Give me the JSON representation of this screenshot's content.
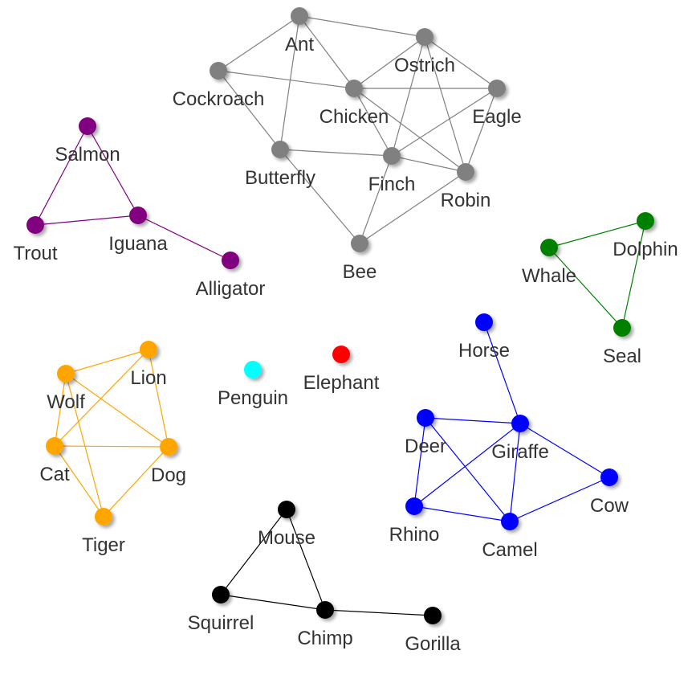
{
  "groups": [
    {
      "id": "insects_birds",
      "color": "#808080"
    },
    {
      "id": "fish_reptiles",
      "color": "#800080"
    },
    {
      "id": "marine_mammals",
      "color": "#008000"
    },
    {
      "id": "ungulates",
      "color": "#0000ff"
    },
    {
      "id": "carnivores",
      "color": "#ffa500"
    },
    {
      "id": "primates_rodents",
      "color": "#000000"
    },
    {
      "id": "penguin_group",
      "color": "#00ffff"
    },
    {
      "id": "elephant_group",
      "color": "#ff0000"
    }
  ],
  "nodes": [
    {
      "id": "ant",
      "label": "Ant",
      "group": "insects_birds"
    },
    {
      "id": "ostrich",
      "label": "Ostrich",
      "group": "insects_birds"
    },
    {
      "id": "cockroach",
      "label": "Cockroach",
      "group": "insects_birds"
    },
    {
      "id": "chicken",
      "label": "Chicken",
      "group": "insects_birds"
    },
    {
      "id": "eagle",
      "label": "Eagle",
      "group": "insects_birds"
    },
    {
      "id": "butterfly",
      "label": "Butterfly",
      "group": "insects_birds"
    },
    {
      "id": "finch",
      "label": "Finch",
      "group": "insects_birds"
    },
    {
      "id": "robin",
      "label": "Robin",
      "group": "insects_birds"
    },
    {
      "id": "bee",
      "label": "Bee",
      "group": "insects_birds"
    },
    {
      "id": "salmon",
      "label": "Salmon",
      "group": "fish_reptiles"
    },
    {
      "id": "trout",
      "label": "Trout",
      "group": "fish_reptiles"
    },
    {
      "id": "iguana",
      "label": "Iguana",
      "group": "fish_reptiles"
    },
    {
      "id": "alligator",
      "label": "Alligator",
      "group": "fish_reptiles"
    },
    {
      "id": "dolphin",
      "label": "Dolphin",
      "group": "marine_mammals"
    },
    {
      "id": "whale",
      "label": "Whale",
      "group": "marine_mammals"
    },
    {
      "id": "seal",
      "label": "Seal",
      "group": "marine_mammals"
    },
    {
      "id": "horse",
      "label": "Horse",
      "group": "ungulates"
    },
    {
      "id": "deer",
      "label": "Deer",
      "group": "ungulates"
    },
    {
      "id": "giraffe",
      "label": "Giraffe",
      "group": "ungulates"
    },
    {
      "id": "cow",
      "label": "Cow",
      "group": "ungulates"
    },
    {
      "id": "rhino",
      "label": "Rhino",
      "group": "ungulates"
    },
    {
      "id": "camel",
      "label": "Camel",
      "group": "ungulates"
    },
    {
      "id": "lion",
      "label": "Lion",
      "group": "carnivores"
    },
    {
      "id": "wolf",
      "label": "Wolf",
      "group": "carnivores"
    },
    {
      "id": "cat",
      "label": "Cat",
      "group": "carnivores"
    },
    {
      "id": "dog",
      "label": "Dog",
      "group": "carnivores"
    },
    {
      "id": "tiger",
      "label": "Tiger",
      "group": "carnivores"
    },
    {
      "id": "penguin",
      "label": "Penguin",
      "group": "penguin_group"
    },
    {
      "id": "elephant",
      "label": "Elephant",
      "group": "elephant_group"
    },
    {
      "id": "mouse",
      "label": "Mouse",
      "group": "primates_rodents"
    },
    {
      "id": "squirrel",
      "label": "Squirrel",
      "group": "primates_rodents"
    },
    {
      "id": "chimp",
      "label": "Chimp",
      "group": "primates_rodents"
    },
    {
      "id": "gorilla",
      "label": "Gorilla",
      "group": "primates_rodents"
    }
  ],
  "edges": [
    [
      "ant",
      "ostrich"
    ],
    [
      "ant",
      "cockroach"
    ],
    [
      "ant",
      "chicken"
    ],
    [
      "ant",
      "butterfly"
    ],
    [
      "cockroach",
      "chicken"
    ],
    [
      "cockroach",
      "butterfly"
    ],
    [
      "ostrich",
      "chicken"
    ],
    [
      "ostrich",
      "eagle"
    ],
    [
      "ostrich",
      "finch"
    ],
    [
      "ostrich",
      "robin"
    ],
    [
      "chicken",
      "eagle"
    ],
    [
      "chicken",
      "finch"
    ],
    [
      "chicken",
      "robin"
    ],
    [
      "eagle",
      "finch"
    ],
    [
      "eagle",
      "robin"
    ],
    [
      "butterfly",
      "finch"
    ],
    [
      "butterfly",
      "bee"
    ],
    [
      "finch",
      "robin"
    ],
    [
      "finch",
      "bee"
    ],
    [
      "robin",
      "bee"
    ],
    [
      "salmon",
      "trout"
    ],
    [
      "salmon",
      "iguana"
    ],
    [
      "trout",
      "iguana"
    ],
    [
      "iguana",
      "alligator"
    ],
    [
      "whale",
      "dolphin"
    ],
    [
      "whale",
      "seal"
    ],
    [
      "dolphin",
      "seal"
    ],
    [
      "horse",
      "giraffe"
    ],
    [
      "deer",
      "giraffe"
    ],
    [
      "deer",
      "rhino"
    ],
    [
      "deer",
      "camel"
    ],
    [
      "giraffe",
      "rhino"
    ],
    [
      "giraffe",
      "camel"
    ],
    [
      "giraffe",
      "cow"
    ],
    [
      "rhino",
      "camel"
    ],
    [
      "camel",
      "cow"
    ],
    [
      "wolf",
      "lion"
    ],
    [
      "wolf",
      "cat"
    ],
    [
      "wolf",
      "dog"
    ],
    [
      "wolf",
      "tiger"
    ],
    [
      "lion",
      "cat"
    ],
    [
      "lion",
      "dog"
    ],
    [
      "cat",
      "dog"
    ],
    [
      "cat",
      "tiger"
    ],
    [
      "dog",
      "tiger"
    ],
    [
      "mouse",
      "squirrel"
    ],
    [
      "mouse",
      "chimp"
    ],
    [
      "squirrel",
      "chimp"
    ],
    [
      "chimp",
      "gorilla"
    ]
  ]
}
